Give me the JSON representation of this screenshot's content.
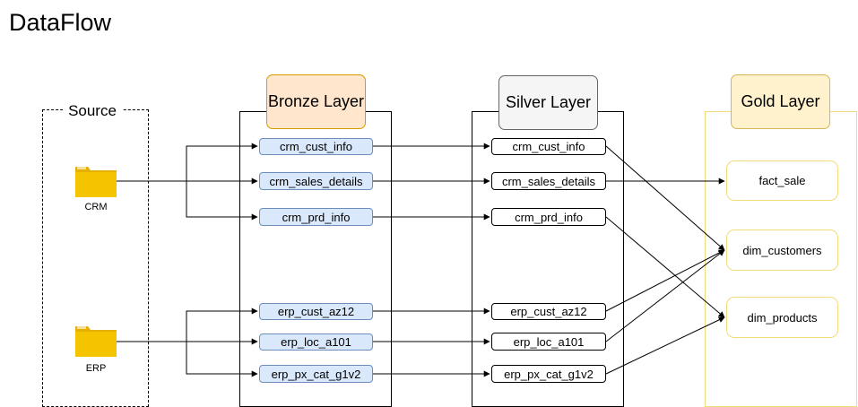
{
  "title": "DataFlow",
  "source": {
    "title": "Source",
    "folders": [
      {
        "label": "CRM",
        "icon": "folder-icon"
      },
      {
        "label": "ERP",
        "icon": "folder-icon"
      }
    ]
  },
  "layers": {
    "bronze": {
      "title": "Bronze Layer",
      "color": "#ffe6cc",
      "tables": [
        "crm_cust_info",
        "crm_sales_details",
        "crm_prd_info",
        "erp_cust_az12",
        "erp_loc_a101",
        "erp_px_cat_g1v2"
      ]
    },
    "silver": {
      "title": "Silver Layer",
      "color": "#f5f5f5",
      "tables": [
        "crm_cust_info",
        "crm_sales_details",
        "crm_prd_info",
        "erp_cust_az12",
        "erp_loc_a101",
        "erp_px_cat_g1v2"
      ]
    },
    "gold": {
      "title": "Gold Layer",
      "color": "#fff2cc",
      "tables": [
        "fact_sale",
        "dim_customers",
        "dim_products"
      ]
    }
  },
  "colors": {
    "folder": "#f5c400",
    "bronze_table_fill": "#dae8fc",
    "gold_border": "#f2dc7a"
  }
}
